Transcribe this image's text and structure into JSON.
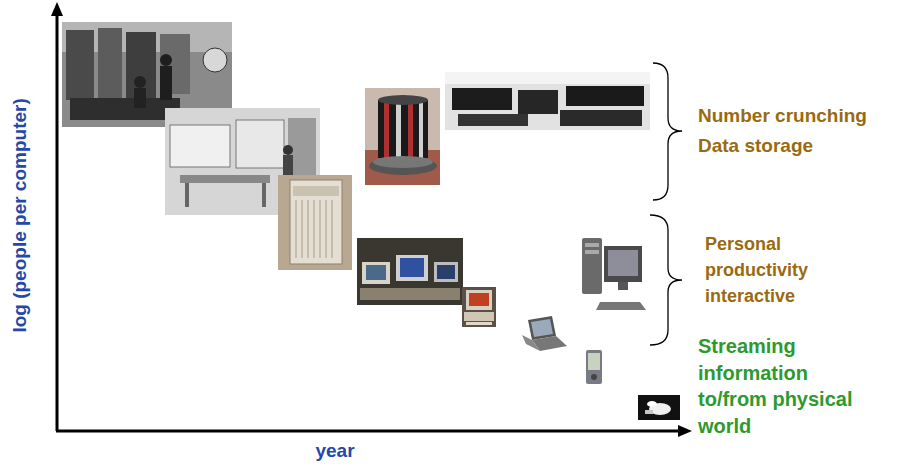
{
  "diagram": {
    "labels": [
      "log (people per computer)",
      "year",
      "Number crunching Data storage",
      "Personal productivity interactive",
      "Streaming information to/from physical world"
    ]
  }
}
